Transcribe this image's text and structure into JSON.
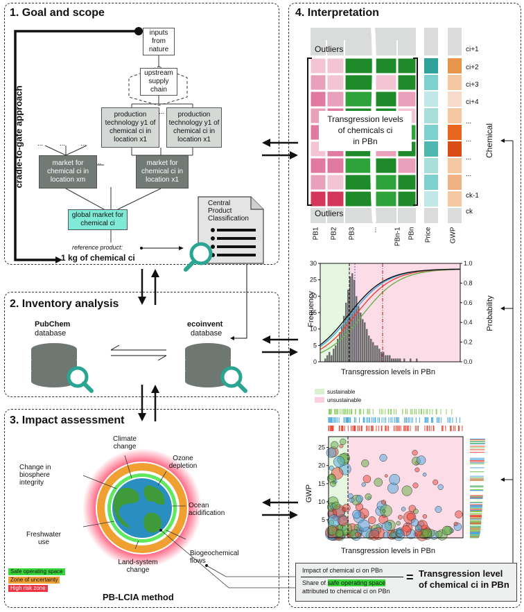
{
  "panel1": {
    "title": "1. Goal and scope",
    "side_label": "cradle-to-gate approach",
    "inputs_box": "inputs from nature",
    "upstream_box": "upstream supply chain",
    "prod1": "production technology y1 of chemical ci in location x1",
    "prod2": "production technology y1 of chemical ci in location x1",
    "market_m": "market for chemical ci in location xm",
    "market_1": "market for chemical ci in location x1",
    "global_market": "global market for chemical ci",
    "ellipsis": "...",
    "reference_label": "reference product:",
    "reference_value": "1 kg of chemical ci",
    "cpc_title_1": "Central",
    "cpc_title_2": "Product",
    "cpc_title_3": "Classification"
  },
  "panel2": {
    "title": "2. Inventory analysis",
    "pubchem_name": "PubChem",
    "pubchem_sub": "database",
    "ecoinvent_name": "ecoinvent",
    "ecoinvent_sub": "database"
  },
  "panel3": {
    "title": "3. Impact assessment",
    "categories": [
      "Climate change",
      "Ozone depletion",
      "Change in biosphere integrity",
      "Ocean acidification",
      "Freshwater use",
      "Biogeochemical flows",
      "Land-system change"
    ],
    "legend": [
      {
        "label": "Safe operating space",
        "color": "#39d639"
      },
      {
        "label": "Zone of uncertainty",
        "color": "#f0a030"
      },
      {
        "label": "High risk zone",
        "color": "#ee3344"
      }
    ],
    "method": "PB-LCIA method"
  },
  "panel4": {
    "title": "4. Interpretation",
    "heatmap": {
      "outliers_top": "Outliers",
      "outliers_bottom": "Outliers",
      "center_text_1": "Transgression levels",
      "center_text_2": "of chemicals ci",
      "center_text_3": "in PBn",
      "row_labels": [
        "ci+1",
        "ci+2",
        "ci+3",
        "ci+4",
        "...",
        "...",
        "...",
        "...",
        "ck-1",
        "ck"
      ],
      "col_labels": [
        "PB1",
        "PB2",
        "PB3",
        "...",
        "PBn-1",
        "PBn",
        "Price",
        "GWP"
      ],
      "axis_right": "Chemical"
    },
    "histogram": {
      "ylabel_left": "Frequency",
      "ylabel_right": "Probability",
      "xlabel": "Transgression levels in PBn",
      "left_ticks": [
        "30",
        "25",
        "20",
        "15",
        "10",
        "5",
        "0"
      ],
      "right_ticks": [
        "1.0",
        "0.8",
        "0.6",
        "0.4",
        "0.2",
        "0.0"
      ],
      "legend_sustainable": "sustainable",
      "legend_unsustainable": "unsustainable"
    },
    "scatter": {
      "ylabel": "GWP",
      "xlabel": "Transgression levels in PBn",
      "y_ticks": [
        "25",
        "20",
        "15",
        "10",
        "5"
      ]
    },
    "formula": {
      "numerator": "Impact of chemical ci on PBn",
      "denominator_pre": "Share of",
      "denominator_highlight": "safe operating space",
      "denominator_post": "attributed to chemical ci on PBn",
      "equals": "=",
      "result_1": "Transgression level",
      "result_2": "of chemical ci in PBn"
    }
  }
}
